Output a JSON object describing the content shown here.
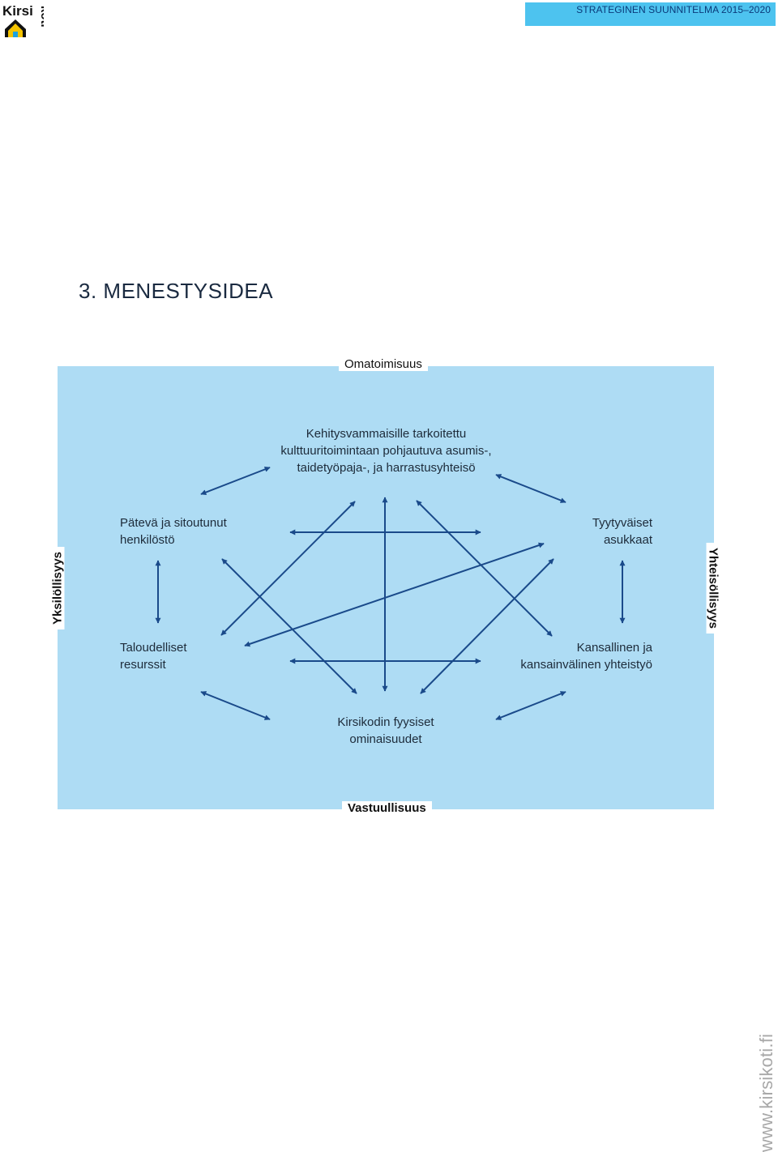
{
  "logo": {
    "line1": "Kirsi",
    "line2": "koti",
    "colors": {
      "dark": "#111111",
      "yellow": "#f5c400",
      "blue": "#1fa3e0"
    }
  },
  "header": {
    "text": "STRATEGINEN SUUNNITELMA 2015–2020",
    "bar_color": "#4dc3ef"
  },
  "page_title": "3. MENESTYSIDEA",
  "diagram": {
    "panel_color": "#aedcf4",
    "arrow_color": "#1a4a8a",
    "edges": {
      "top": "Omatoimisuus",
      "bottom": "Vastuullisuus",
      "left": "Yksilöllisyys",
      "right": "Yhteisöllisyys"
    },
    "nodes": {
      "top": [
        "Kehitysvammaisille tarkoitettu",
        "kulttuuritoimintaan pohjautuva asumis-,",
        "taidetyöpaja-, ja harrastusyhteisö"
      ],
      "top_left": [
        "Pätevä ja sitoutunut",
        "henkilöstö"
      ],
      "top_right": [
        "Tyytyväiset",
        "asukkaat"
      ],
      "bottom_left": [
        "Taloudelliset",
        "resurssit"
      ],
      "bottom_right": [
        "Kansallinen ja",
        "kansainvälinen yhteistyö"
      ],
      "bottom": [
        "Kirsikodin fyysiset",
        "ominaisuudet"
      ]
    }
  },
  "footer": {
    "url": "www.kirsikoti.fi"
  }
}
